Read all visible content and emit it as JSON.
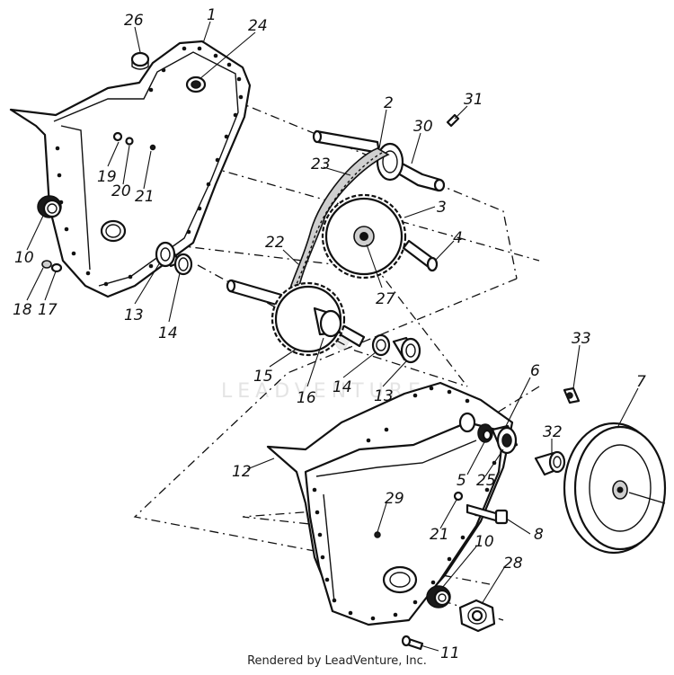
{
  "diagram": {
    "watermark": "LEADVENTURE",
    "credit": "Rendered by LeadVenture, Inc.",
    "callouts": [
      {
        "id": "26",
        "text": "26"
      },
      {
        "id": "1",
        "text": "1"
      },
      {
        "id": "24",
        "text": "24"
      },
      {
        "id": "2",
        "text": "2"
      },
      {
        "id": "30",
        "text": "30"
      },
      {
        "id": "31",
        "text": "31"
      },
      {
        "id": "23",
        "text": "23"
      },
      {
        "id": "19",
        "text": "19"
      },
      {
        "id": "20",
        "text": "20"
      },
      {
        "id": "21a",
        "text": "21"
      },
      {
        "id": "3",
        "text": "3"
      },
      {
        "id": "4",
        "text": "4"
      },
      {
        "id": "22",
        "text": "22"
      },
      {
        "id": "27",
        "text": "27"
      },
      {
        "id": "10a",
        "text": "10"
      },
      {
        "id": "18",
        "text": "18"
      },
      {
        "id": "17",
        "text": "17"
      },
      {
        "id": "13a",
        "text": "13"
      },
      {
        "id": "14a",
        "text": "14"
      },
      {
        "id": "15",
        "text": "15"
      },
      {
        "id": "16",
        "text": "16"
      },
      {
        "id": "14b",
        "text": "14"
      },
      {
        "id": "13b",
        "text": "13"
      },
      {
        "id": "33",
        "text": "33"
      },
      {
        "id": "6",
        "text": "6"
      },
      {
        "id": "7",
        "text": "7"
      },
      {
        "id": "32",
        "text": "32"
      },
      {
        "id": "12",
        "text": "12"
      },
      {
        "id": "5",
        "text": "5"
      },
      {
        "id": "25",
        "text": "25"
      },
      {
        "id": "29",
        "text": "29"
      },
      {
        "id": "21b",
        "text": "21"
      },
      {
        "id": "8",
        "text": "8"
      },
      {
        "id": "10b",
        "text": "10"
      },
      {
        "id": "28",
        "text": "28"
      },
      {
        "id": "11",
        "text": "11"
      }
    ]
  }
}
